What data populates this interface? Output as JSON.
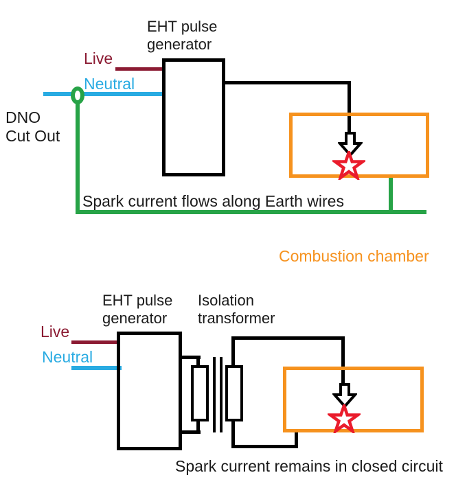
{
  "colors": {
    "wire": "#000000",
    "live": "#8b1a32",
    "neutral": "#29abe2",
    "earth_green": "#27a347",
    "chamber_orange": "#f6921e",
    "spark_red": "#ea1c2c"
  },
  "top": {
    "generator_line1": "EHT pulse",
    "generator_line2": "generator",
    "live": "Live",
    "neutral": "Neutral",
    "dno_line1": "DNO",
    "dno_line2": "Cut Out",
    "caption": "Spark current flows along Earth wires",
    "chamber": "Combustion chamber"
  },
  "bottom": {
    "generator_line1": "EHT pulse",
    "generator_line2": "generator",
    "transformer_line1": "Isolation",
    "transformer_line2": "transformer",
    "live": "Live",
    "neutral": "Neutral",
    "caption": "Spark current remains in closed circuit"
  }
}
